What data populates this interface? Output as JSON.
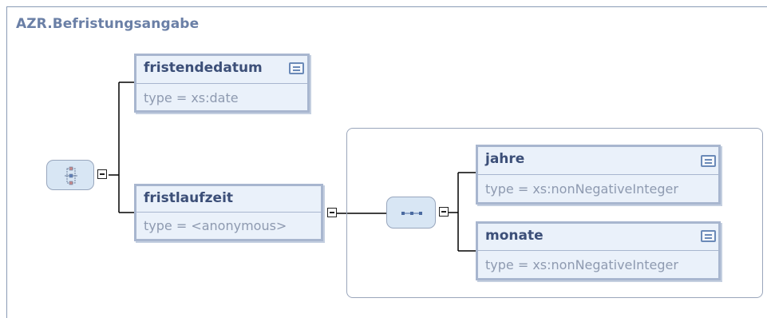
{
  "diagram": {
    "title": "AZR.Befristungsangabe"
  },
  "root_compositor": {
    "kind": "choice",
    "icon": "choice-icon"
  },
  "elements": {
    "fristendedatum": {
      "name": "fristendedatum",
      "type": "type = xs:date",
      "has_documentation": true
    },
    "fristlaufzeit": {
      "name": "fristlaufzeit",
      "type": "type = <anonymous>",
      "has_documentation": false
    },
    "jahre": {
      "name": "jahre",
      "type": "type = xs:nonNegativeInteger",
      "has_documentation": true
    },
    "monate": {
      "name": "monate",
      "type": "type = xs:nonNegativeInteger",
      "has_documentation": true
    }
  },
  "sequence_compositor": {
    "kind": "sequence",
    "icon": "sequence-icon"
  },
  "colors": {
    "title": "#6a7fa6",
    "element_fill": "#eaf1fa",
    "element_border": "#a8b6cf",
    "element_name": "#3c4f78",
    "type_text": "#8e9ab0",
    "compositor_fill": "#d8e6f4"
  }
}
